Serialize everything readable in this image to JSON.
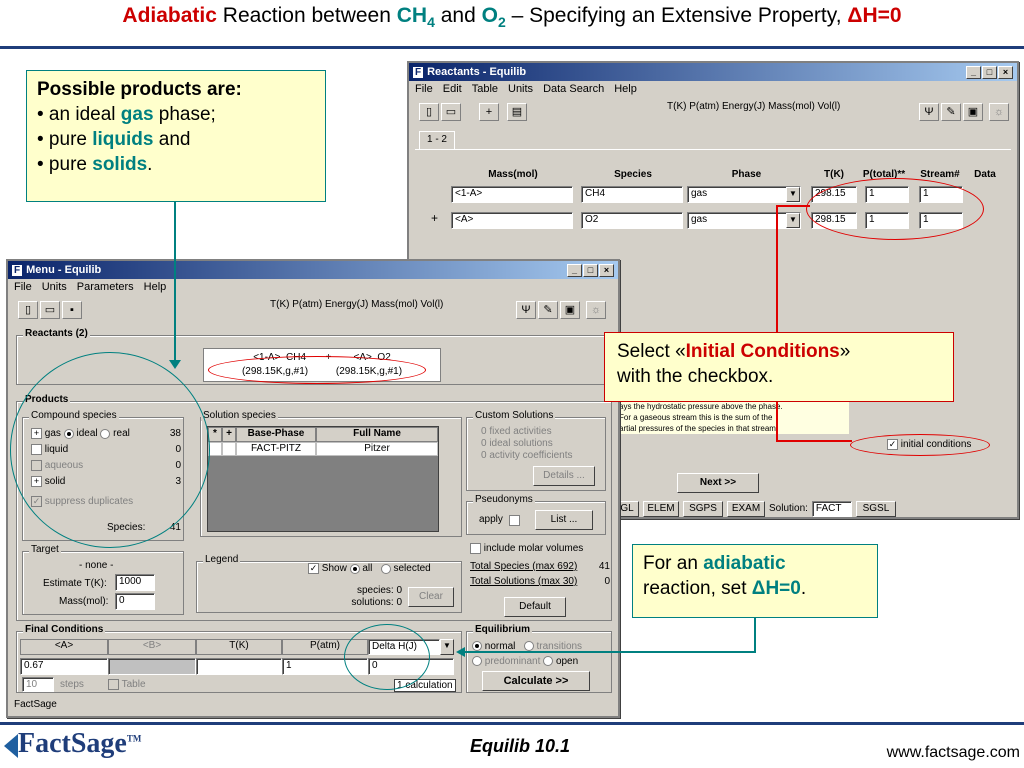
{
  "slide": {
    "title_adiabatic": "Adiabatic",
    "title_mid": " Reaction between ",
    "title_ch": "CH",
    "title_ch_sub": "4",
    "title_and": " and ",
    "title_o": "O",
    "title_o_sub": "2",
    "title_rest": " – Specifying an Extensive Property, ",
    "title_dh": "ΔH=0",
    "footer_center": "Equilib  10.1",
    "footer_url": "www.factsage.com",
    "logo": "FactSage",
    "logo_tm": "TM"
  },
  "callouts": {
    "products": {
      "heading": "Possible products are:",
      "l1a": "• an ideal ",
      "l1b": "gas",
      "l1c": " phase;",
      "l2a": "• pure ",
      "l2b": "liquids",
      "l2c": " and",
      "l3a": "• pure ",
      "l3b": "solids",
      "l3c": "."
    },
    "initial": {
      "a": "Select «",
      "b": "Initial Conditions",
      "c": "»",
      "d": "with the checkbox."
    },
    "adiabatic": {
      "a": "For an ",
      "b": "adiabatic",
      "c": "reaction, set ",
      "d": "ΔH=0",
      "e": "."
    }
  },
  "reactants_window": {
    "title": "Reactants - Equilib",
    "menu": [
      "File",
      "Edit",
      "Table",
      "Units",
      "Data Search",
      "Help"
    ],
    "units": "T(K)  P(atm)  Energy(J)  Mass(mol)  Vol(l)",
    "tab": "1 - 2",
    "headers": [
      "Mass(mol)",
      "Species",
      "Phase",
      "T(K)",
      "P(total)**",
      "Stream#",
      "Data"
    ],
    "rows": [
      {
        "plus": "",
        "mass": "<1-A>",
        "species": "CH4",
        "phase": "gas",
        "t": "298.15",
        "p": "1",
        "stream": "1"
      },
      {
        "plus": "+",
        "mass": "<A>",
        "species": "O2",
        "phase": "gas",
        "t": "298.15",
        "p": "1",
        "stream": "1"
      }
    ],
    "note": [
      "ays the hydrostatic pressure above the phase.",
      "For a gaseous stream this is the sum of the",
      "artial pressures of the species in that stream."
    ],
    "initial_label": "initial conditions",
    "next": "Next >>",
    "bottom": [
      "GL",
      "ELEM",
      "SGPS",
      "EXAM",
      "Solution:",
      "FACT",
      "SGSL"
    ]
  },
  "menu_window": {
    "title": "Menu - Equilib",
    "menu": [
      "File",
      "Units",
      "Parameters",
      "Help"
    ],
    "units": "T(K)  P(atm)  Energy(J)  Mass(mol)  Vol(l)",
    "reactants_label": "Reactants  (2)",
    "reactants_line1": "<1-A>  CH4       +        <A>  O2",
    "reactants_line2": "(298.15K,g,#1)          (298.15K,g,#1)",
    "products_label": "Products",
    "compound_label": "Compound species",
    "gas": "gas",
    "ideal": "ideal",
    "real": "real",
    "gas_n": "38",
    "liquid": "liquid",
    "liquid_n": "0",
    "aqueous": "aqueous",
    "aqueous_n": "0",
    "solid": "solid",
    "solid_n": "3",
    "suppress": "suppress duplicates",
    "species_label": "Species:",
    "species_n": "41",
    "solution_label": "Solution species",
    "sol_headers": [
      "*",
      "+",
      "Base-Phase",
      "Full Name"
    ],
    "sol_row": [
      "",
      "",
      "FACT-PITZ",
      "Pitzer"
    ],
    "custom_label": "Custom Solutions",
    "custom_lines": [
      "0  fixed activities",
      "0  ideal solutions",
      "0  activity coefficients"
    ],
    "details": "Details ...",
    "pseudo_label": "Pseudonyms",
    "apply": "apply",
    "list": "List ...",
    "molar": "include molar volumes",
    "total_species": "Total Species (max 692)",
    "total_species_n": "41",
    "total_solutions": "Total Solutions (max 30)",
    "total_solutions_n": "0",
    "default": "Default",
    "target_label": "Target",
    "none": "- none -",
    "estimate": "Estimate T(K):",
    "estimate_v": "1000",
    "mass": "Mass(mol):",
    "mass_v": "0",
    "legend_label": "Legend",
    "show": "Show",
    "all": "all",
    "selected": "selected",
    "leg_species": "species:",
    "leg_species_n": "0",
    "leg_solutions": "solutions:",
    "leg_solutions_n": "0",
    "clear": "Clear",
    "final_label": "Final Conditions",
    "final_headers": [
      "<A>",
      "<B>",
      "T(K)",
      "P(atm)",
      "Delta H(J)"
    ],
    "final_values": [
      "0.67",
      "",
      "",
      "1",
      "0"
    ],
    "steps_v": "10",
    "steps": "steps",
    "table": "Table",
    "calc": "1 calculation",
    "eq_label": "Equilibrium",
    "normal": "normal",
    "transitions": "transitions",
    "predominant": "predominant",
    "open": "open",
    "calculate": "Calculate >>",
    "status": "FactSage"
  }
}
